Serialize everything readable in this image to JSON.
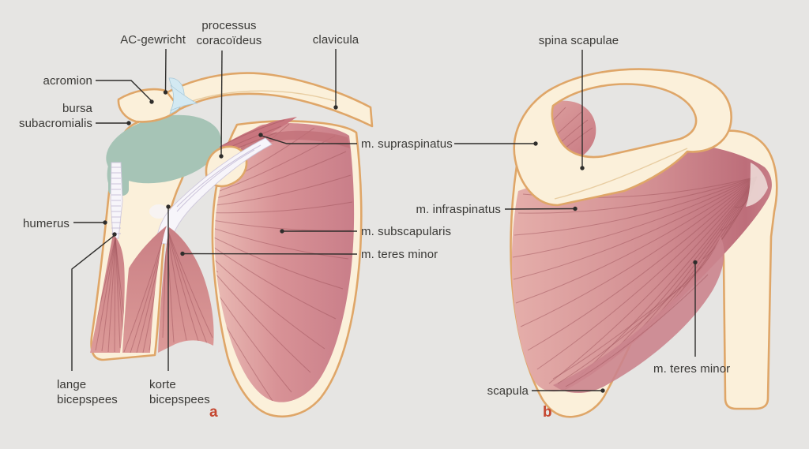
{
  "figure": {
    "description": "Shoulder anatomy diagram with two labeled panels",
    "panel_letters": {
      "a": "a",
      "b": "b"
    }
  },
  "labels": {
    "ac_gewricht": "AC-gewricht",
    "processus_coracoideus": "processus\ncoracoïdeus",
    "clavicula": "clavicula",
    "acromion": "acromion",
    "bursa_subacromialis": "bursa\nsubacromialis",
    "humerus": "humerus",
    "m_supraspinatus": "m. supraspinatus",
    "m_subscapularis": "m. subscapularis",
    "m_teres_minor_a": "m. teres minor",
    "lange_bicepspees": "lange\nbicepspees",
    "korte_bicepspees": "korte\nbicepspees",
    "spina_scapulae": "spina scapulae",
    "m_infraspinatus": "m. infraspinatus",
    "m_teres_minor_b": "m. teres minor",
    "scapula": "scapula"
  },
  "colors": {
    "background": "#e6e5e3",
    "bone": "#fbf0da",
    "bone_outline": "#dfa668",
    "muscle": "#d28b8f",
    "muscle_dark": "#c4737d",
    "muscle_fiber": "#a0545c",
    "bursa": "#a6c4b6",
    "ac_joint": "#d3e9f2",
    "tendon": "#f7f5fa",
    "leader_line": "#2e2d2b",
    "label_text": "#3a3936",
    "panel_letter": "#c5462f"
  }
}
